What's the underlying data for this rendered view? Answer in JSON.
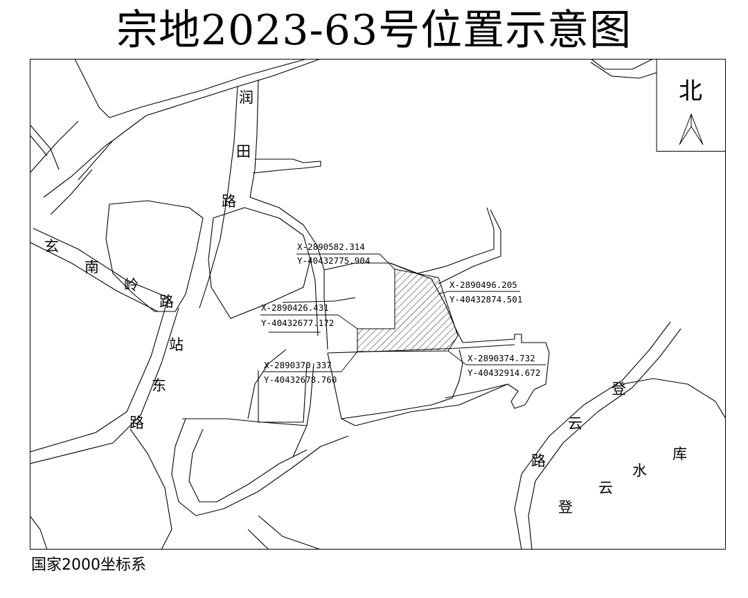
{
  "title": "宗地2023-63号位置示意图",
  "crs_note": "国家2000坐标系",
  "north_label": "北",
  "roads": {
    "runtian_road": [
      "润",
      "田",
      "路"
    ],
    "xuannan_ling_road": [
      "玄",
      "南",
      "岭",
      "路"
    ],
    "station_east_road": [
      "站",
      "东",
      "路"
    ],
    "dengyun_road": [
      "登",
      "云",
      "路"
    ],
    "reservoir": [
      "登",
      "云",
      "水",
      "库"
    ]
  },
  "points": [
    {
      "x": "X-2890582.314",
      "y": "Y-40432775.904"
    },
    {
      "x": "X-2890496.205",
      "y": "Y-40432874.501"
    },
    {
      "x": "X-2890426.431",
      "y": "Y-40432677.172"
    },
    {
      "x": "X-2890370.337",
      "y": "Y-40432678.760"
    },
    {
      "x": "X-2890374.732",
      "y": "Y-40432914.672"
    }
  ],
  "colors": {
    "line": "#000000",
    "background": "#ffffff"
  }
}
